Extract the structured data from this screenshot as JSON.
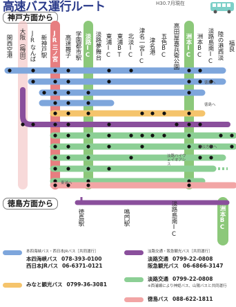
{
  "header": {
    "title": "高速バス運行ルート",
    "date": "H30.7月現在"
  },
  "sections": {
    "kobe": "神戸方面から",
    "tokushima": "徳島方面から"
  },
  "kobe_stops": [
    {
      "label": "関西空港",
      "highlight": ""
    },
    {
      "label": "大阪（梅田）",
      "highlight": "#f2c0c0"
    },
    {
      "label": "JRなんば",
      "highlight": ""
    },
    {
      "label": "新神戸駅",
      "highlight": ""
    },
    {
      "label": "JR三ノ宮",
      "highlight": "#e77e80"
    },
    {
      "label": "高速舞子",
      "highlight": ""
    },
    {
      "label": "学園都市駅",
      "highlight": ""
    },
    {
      "label": "淡路IC",
      "highlight": "#8cc87a"
    },
    {
      "label": "淡路夢舞台",
      "highlight": ""
    },
    {
      "label": "東浦IC",
      "highlight": ""
    },
    {
      "label": "東浦BT",
      "highlight": ""
    },
    {
      "label": "北淡IC",
      "highlight": ""
    },
    {
      "label": "津名一宮IC",
      "highlight": ""
    },
    {
      "label": "津名港",
      "highlight": ""
    },
    {
      "label": "五色BC",
      "highlight": ""
    },
    {
      "label": "高田屋嘉兵衛公園",
      "highlight": ""
    },
    {
      "label": "洲本IC",
      "highlight": "#8cc87a"
    },
    {
      "label": "洲本BC",
      "highlight": ""
    },
    {
      "label": "淡路島南IC",
      "highlight": ""
    },
    {
      "label": "陸の港西淡",
      "highlight": ""
    },
    {
      "label": "福良",
      "highlight": ""
    }
  ],
  "side_notes": {
    "tokushima_to_1": "徳島へ",
    "tokushima_to_2": "徳島へ",
    "nishi_awaji": "西淡志知へ",
    "awaji_note": "淡路ハイウェイオアシス",
    "higashiura": "東浦へ"
  },
  "tokushima_stops": [
    {
      "label": "徳島駅",
      "highlight": ""
    },
    {
      "label": "鳴門駅",
      "highlight": ""
    },
    {
      "label": "淡路島南IC",
      "highlight": ""
    },
    {
      "label": "洲本BC",
      "highlight": "#8cc87a"
    }
  ],
  "legend": [
    {
      "color": "#7ea6dc",
      "name": "本四海峡バス・西日本JRバス［共同運行］",
      "lines": [
        {
          "company": "本四海峡バス",
          "tel": "078-393-0100"
        },
        {
          "company": "西日本JRバス",
          "tel": "06-6371-0121"
        }
      ]
    },
    {
      "color": "#f5c46c",
      "name": "",
      "lines": [
        {
          "company": "みなと観光バス",
          "tel": "0799-36-3081"
        }
      ]
    },
    {
      "color": "#8a4f9c",
      "name": "淡路交通・阪急観光バス［共同運行］",
      "lines": [
        {
          "company": "淡路交通",
          "tel": "0799-22-0808"
        },
        {
          "company": "阪急観光バス",
          "tel": "06-6866-3147"
        }
      ]
    },
    {
      "color": "#8ccf95",
      "name": "",
      "lines": [
        {
          "company": "淡路交通",
          "tel": "0799-22-0808"
        }
      ],
      "note": "※西浦線により神姫バス、山陽バスと共同運行"
    },
    {
      "color": "#f2a5a5",
      "name": "",
      "lines": [
        {
          "company": "徳島バス",
          "tel": "088-622-1811"
        }
      ]
    }
  ]
}
